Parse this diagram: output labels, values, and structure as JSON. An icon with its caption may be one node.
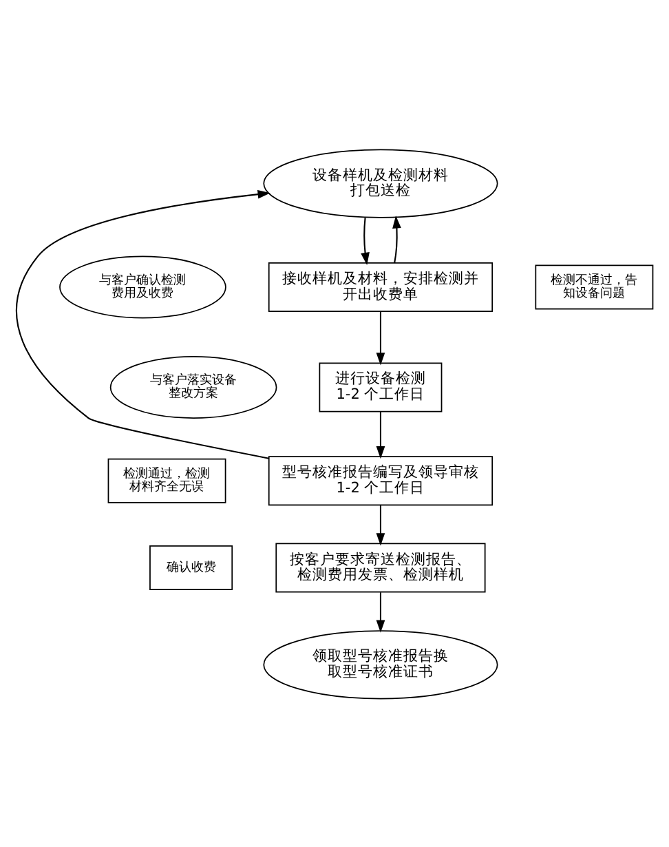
{
  "diagram": {
    "nodes": [
      {
        "text": [
          "设备样机及检测材料打包送检"
        ]
      },
      {
        "text": [
          "与客户确认检测费用及收费"
        ]
      },
      {
        "text": [
          "接收样机及材料，安排检测并开出收费单"
        ]
      },
      {
        "text": [
          "检测不通过，告知设备问题"
        ]
      },
      {
        "text": [
          "与客户落实设备整改方案"
        ]
      },
      {
        "text": [
          "进行设备检测",
          "1-2 个工作日"
        ]
      },
      {
        "text": [
          "检测通过，检测材料齐全无误"
        ]
      },
      {
        "text": [
          "型号核准报告编写及领导审核",
          "1-2 个工作日"
        ]
      },
      {
        "text": [
          "确认收费"
        ]
      },
      {
        "text": [
          "按客户要求寄送检测报告、检测费用发票、检测样机"
        ]
      },
      {
        "text": [
          "领取型号核准报告换取型号核准证书"
        ]
      }
    ],
    "edges": [
      {
        "from": 0,
        "to": 2,
        "arrow": "to"
      },
      {
        "from": 2,
        "to": 0,
        "arrow": "to"
      },
      {
        "from": 2,
        "to": 5,
        "arrow": "to"
      },
      {
        "from": 5,
        "to": 7,
        "arrow": "to"
      },
      {
        "from": 7,
        "to": 0,
        "arrow": "to"
      },
      {
        "from": 7,
        "to": 9,
        "arrow": "to"
      },
      {
        "from": 9,
        "to": 10,
        "arrow": "to"
      }
    ]
  }
}
